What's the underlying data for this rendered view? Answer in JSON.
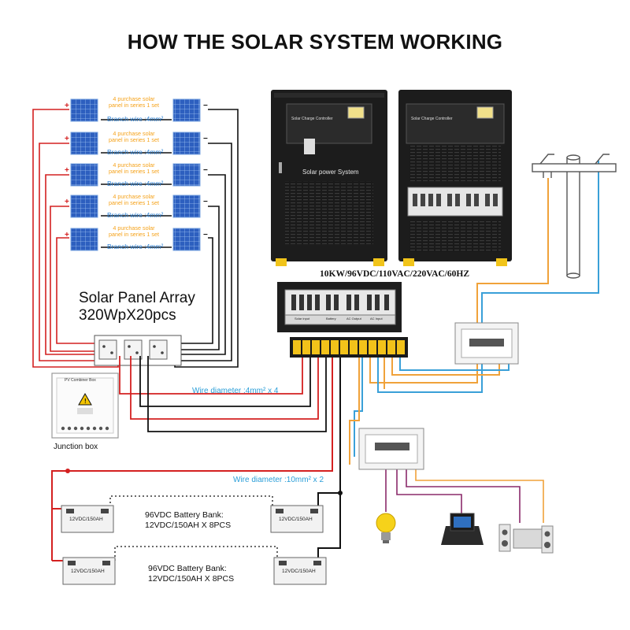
{
  "title": "HOW THE SOLAR SYSTEM WORKING",
  "panel_rows": [
    {
      "purchase_line1": "4 purchase solar",
      "purchase_line2": "panel in series 1 set",
      "branch": "Branch wire :4mm²"
    },
    {
      "purchase_line1": "4 purchase solar",
      "purchase_line2": "panel in series 1 set",
      "branch": "Branch wire :4mm²"
    },
    {
      "purchase_line1": "4 purchase solar",
      "purchase_line2": "panel in series 1 set",
      "branch": "Branch wire :4mm²"
    },
    {
      "purchase_line1": "4 purchase solar",
      "purchase_line2": "panel in series 1 set",
      "branch": "Branch wire :4mm²"
    },
    {
      "purchase_line1": "4 purchase solar",
      "purchase_line2": "panel in series 1 set",
      "branch": "Branch wire :4mm²"
    }
  ],
  "array_label_line1": "Solar Panel Array",
  "array_label_line2": "320WpX20pcs",
  "junction_label": "Junction box",
  "junction_box_title": "PV Combiner Box",
  "cabinet_left_label": "Solar power System",
  "cabinet_header": "Solar Charge Controller",
  "spec_label": "10KW/96VDC/110VAC/220VAC/60HZ",
  "panel_sections": [
    "Solar input",
    "Battery",
    "AC Output",
    "AC Input"
  ],
  "wire_diameter_1": "Wire diameter :4mm² x 4",
  "wire_diameter_2": "Wire diameter :10mm² x 2",
  "battery_label": "12VDC/150AH",
  "bank_1_line1": "96VDC Battery Bank:",
  "bank_1_line2": "12VDC/150AH  X 8PCS",
  "bank_2_line1": "96VDC Battery Bank:",
  "bank_2_line2": "12VDC/150AH  X 8PCS",
  "colors": {
    "red": "#d42020",
    "black": "#111111",
    "orange": "#f0a23a",
    "blue": "#3aa0d8",
    "purple": "#8a2a6a"
  }
}
